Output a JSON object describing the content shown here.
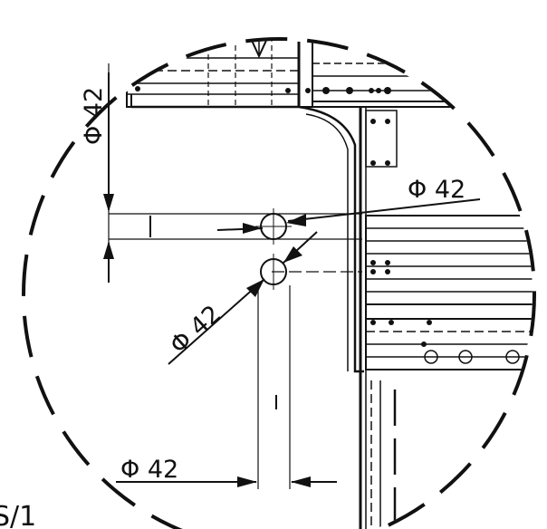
{
  "dimensions": {
    "top_left": "Φ 42",
    "right": "Φ 42",
    "diagonal": "Φ 42",
    "bottom": "Φ 42"
  },
  "sheet_label": "S/1"
}
